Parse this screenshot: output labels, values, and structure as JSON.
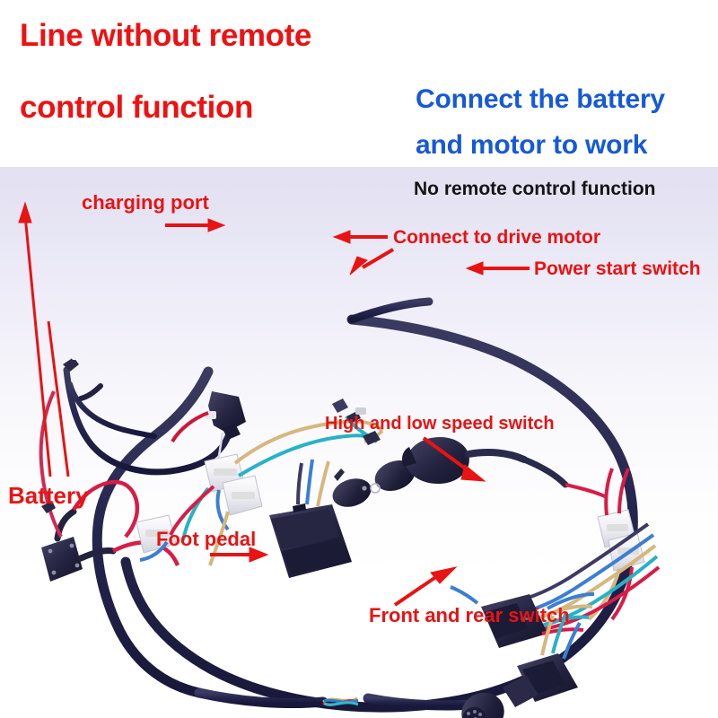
{
  "header": {
    "red_line1": "Line without remote",
    "red_line2": "control function",
    "blue_line1": "Connect the battery",
    "blue_line2": "and motor to work",
    "red_color": "#ee1111",
    "blue_color": "#1659d8"
  },
  "photo": {
    "subject": "wiring-harness-photo",
    "background_top_color": "#e3e1f2",
    "background_bottom_color": "#ffffff",
    "annotation_color": "#e81313",
    "labels": [
      {
        "id": "no-remote-control-function",
        "text": "No remote control function",
        "color": "#141414",
        "has_arrow": false
      },
      {
        "id": "charging-port",
        "text": "charging port",
        "color": "#e81313",
        "has_arrow": true
      },
      {
        "id": "connect-to-drive-motor",
        "text": "Connect to drive motor",
        "color": "#e81313",
        "has_arrow": true
      },
      {
        "id": "power-start-switch",
        "text": "Power start switch",
        "color": "#e81313",
        "has_arrow": true
      },
      {
        "id": "high-and-low-speed-switch",
        "text": "High and low speed switch",
        "color": "#e81313",
        "has_arrow": true
      },
      {
        "id": "battery",
        "text": "Battery",
        "color": "#e81313",
        "has_arrow": true
      },
      {
        "id": "foot-pedal",
        "text": "Foot pedal",
        "color": "#e81313",
        "has_arrow": true
      },
      {
        "id": "front-and-rear-switch",
        "text": "Front and rear switch",
        "color": "#e81313",
        "has_arrow": true
      }
    ],
    "components": [
      "charging-port-connector",
      "battery-connector-block",
      "white-bullet-connectors",
      "ignition-key-switch",
      "power-start-switch-barrel",
      "high-low-speed-rocker-switch",
      "foot-pedal-switch",
      "front-rear-gear-lever-switch",
      "drive-motor-bullet-terminals"
    ]
  }
}
